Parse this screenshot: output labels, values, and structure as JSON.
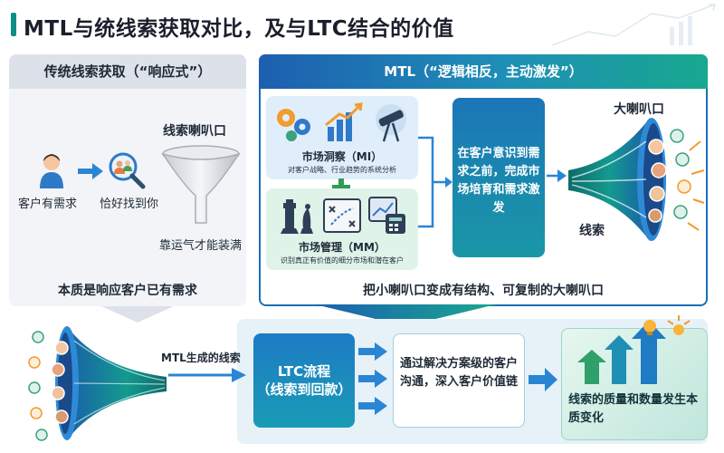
{
  "header": {
    "title": "MTL与统线索获取对比，及与LTC结合的价值"
  },
  "traditional": {
    "title": "传统线索获取（“响应式”）",
    "customer_label": "客户有需求",
    "search_label": "恰好找到你",
    "funnel_label": "线索喇叭口",
    "luck_label": "靠运气才能装满",
    "essence": "本质是响应客户已有需求"
  },
  "mtl": {
    "title": "MTL（“逻辑相反，主动激发”）",
    "mi_title": "市场洞察（MI）",
    "mi_desc": "对客户战略、行业趋势的系统分析",
    "mm_title": "市场管理（MM）",
    "mm_desc": "识别真正有价值的细分市场和潜在客户",
    "center_text": "在客户意识到需求之前，完成市场培育和需求激发",
    "big_funnel_label": "大喇叭口",
    "leads_label": "线索",
    "bottom_text": "把小喇叭口变成有结构、可复制的大喇叭口"
  },
  "ltc": {
    "mtl_leads_label": "MTL生成的线索",
    "ltc_box_line1": "LTC流程",
    "ltc_box_line2": "（线索到回款）",
    "solution_text": "通过解决方案级的客户沟通，深入客户价值链",
    "outcome_text": "线索的质量和数量发生本质变化"
  },
  "colors": {
    "accent_teal": "#0e8f86",
    "mtl_blue": "#1a6fb5",
    "arrow_blue": "#2a86d4",
    "green_plus": "#2e9d53"
  }
}
